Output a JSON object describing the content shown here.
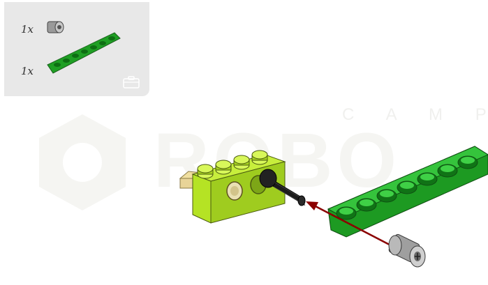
{
  "parts_list": {
    "items": [
      {
        "quantity": "1x",
        "icon": "connector-peg-icon"
      },
      {
        "quantity": "1x",
        "icon": "beam-7-icon"
      }
    ]
  },
  "watermark": {
    "top_text": "C A M P",
    "brand_text": "ROBO"
  },
  "colors": {
    "panel": "#e8e8e8",
    "beam_green": "#22b228",
    "brick_lime": "#b5e324",
    "axle_black": "#111111",
    "peg_grey": "#a8a8a8",
    "arrow_red": "#8b0000"
  }
}
